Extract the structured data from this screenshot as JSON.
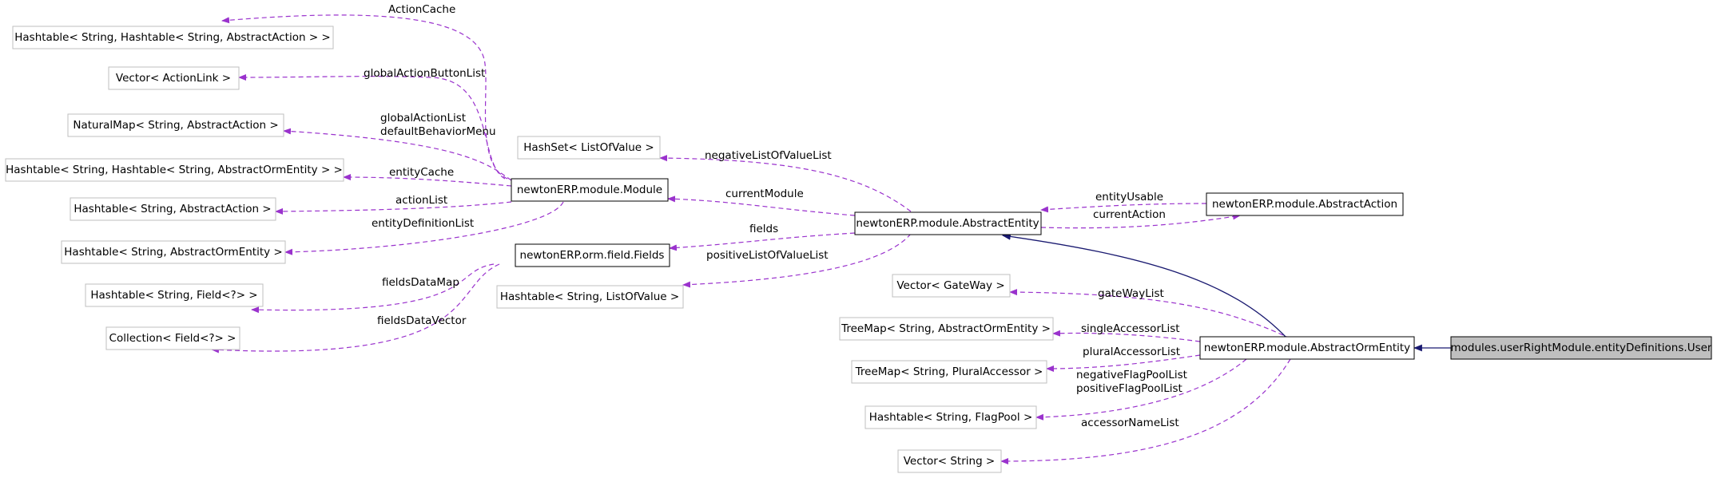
{
  "nodes": {
    "hashtable_actioncache": "Hashtable< String, Hashtable< String, AbstractAction > >",
    "vector_actionlink": "Vector< ActionLink >",
    "naturalmap_action": "NaturalMap< String, AbstractAction >",
    "hashtable_entitycache": "Hashtable< String, Hashtable< String, AbstractOrmEntity > >",
    "hashtable_action": "Hashtable< String, AbstractAction >",
    "hashtable_ormentity": "Hashtable< String, AbstractOrmEntity >",
    "hashtable_field": "Hashtable< String, Field<?> >",
    "collection_field": "Collection< Field<?> >",
    "hashset_listofvalue": "HashSet< ListOfValue >",
    "module": "newtonERP.module.Module",
    "fields": "newtonERP.orm.field.Fields",
    "hashtable_listofvalue": "Hashtable< String, ListOfValue >",
    "abstract_entity": "newtonERP.module.AbstractEntity",
    "abstract_action": "newtonERP.module.AbstractAction",
    "vector_gateway": "Vector< GateWay >",
    "treemap_ormentity": "TreeMap< String, AbstractOrmEntity >",
    "treemap_pluralaccessor": "TreeMap< String, PluralAccessor >",
    "hashtable_flagpool": "Hashtable< String, FlagPool >",
    "vector_string": "Vector< String >",
    "abstract_orm_entity": "newtonERP.module.AbstractOrmEntity",
    "user": "modules.userRightModule.entityDefinitions.User"
  },
  "edge_labels": {
    "action_cache": "ActionCache",
    "global_action_button_list": "globalActionButtonList",
    "global_action_list": "globalActionList",
    "default_behavior_menu": "defaultBehaviorMenu",
    "entity_cache": "entityCache",
    "action_list": "actionList",
    "entity_definition_list": "entityDefinitionList",
    "fields_data_map": "fieldsDataMap",
    "fields_data_vector": "fieldsDataVector",
    "negative_list_of_value_list": "negativeListOfValueList",
    "current_module": "currentModule",
    "fields": "fields",
    "positive_list_of_value_list": "positiveListOfValueList",
    "entity_usable": "entityUsable",
    "current_action": "currentAction",
    "gateway_list": "gateWayList",
    "single_accessor_list": "singleAccessorList",
    "plural_accessor_list": "pluralAccessorList",
    "negative_flag_pool_list": "negativeFlagPoolList",
    "positive_flag_pool_list": "positiveFlagPoolList",
    "accessor_name_list": "accessorNameList"
  },
  "colors": {
    "usage_edge": "#9a32cd",
    "inheritance_edge": "#191970",
    "template_box_border": "#bfbfbf",
    "class_box_border": "#000000",
    "highlight_fill": "#bfbfbf"
  }
}
